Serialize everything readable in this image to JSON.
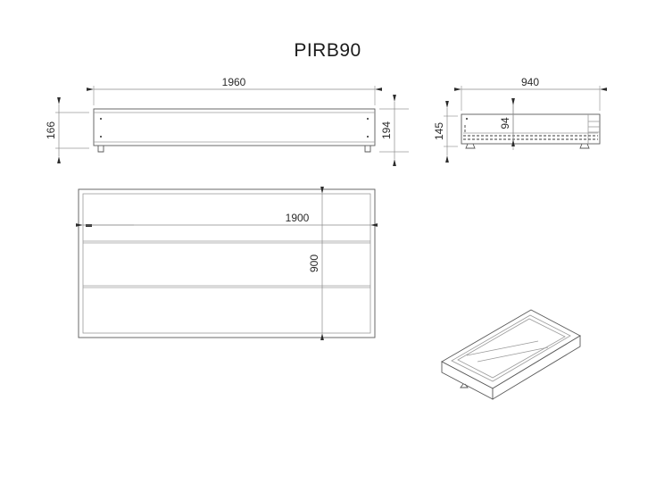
{
  "sheet": {
    "title": "PIRB90",
    "background_color": "#ffffff",
    "line_color": "#5a5a5a",
    "dim_color": "#8a8a8a",
    "text_color": "#2b2b2b"
  },
  "views": {
    "front_elevation": {
      "name": "front-elevation",
      "dimensions": {
        "width": "1960",
        "height_left": "166",
        "height_right": "194"
      }
    },
    "side_elevation": {
      "name": "side-elevation",
      "dimensions": {
        "width": "940",
        "height_left": "145",
        "inner_height": "94"
      }
    },
    "plan_view": {
      "name": "plan-view",
      "dimensions": {
        "length": "1900",
        "depth": "900"
      }
    },
    "isometric_view": {
      "name": "isometric-view",
      "label": ""
    }
  },
  "chart_data": {
    "type": "table",
    "title": "PIRB90",
    "rows": [
      {
        "view": "Front elevation",
        "dimension": "Width",
        "value": "1960"
      },
      {
        "view": "Front elevation",
        "dimension": "Height left",
        "value": "166"
      },
      {
        "view": "Front elevation",
        "dimension": "Height right",
        "value": "194"
      },
      {
        "view": "Side elevation",
        "dimension": "Width",
        "value": "940"
      },
      {
        "view": "Side elevation",
        "dimension": "Height",
        "value": "145"
      },
      {
        "view": "Side elevation",
        "dimension": "Inner height",
        "value": "94"
      },
      {
        "view": "Plan view",
        "dimension": "Length",
        "value": "1900"
      },
      {
        "view": "Plan view",
        "dimension": "Depth",
        "value": "900"
      }
    ]
  }
}
